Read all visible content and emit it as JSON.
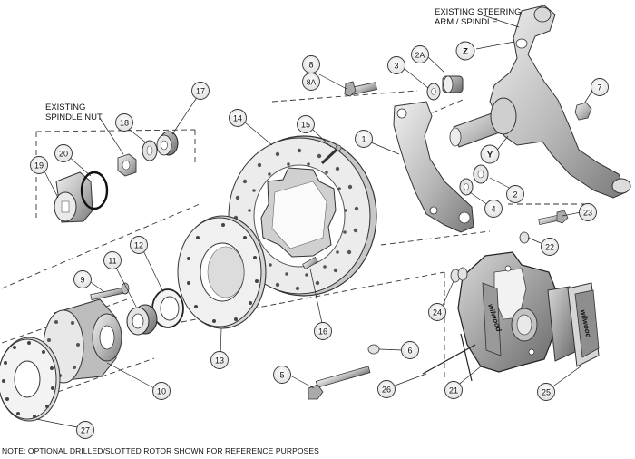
{
  "diagram": {
    "labels": {
      "existing_steering": [
        "EXISTING STEERING",
        "ARM / SPINDLE"
      ],
      "existing_spindle_nut": [
        "EXISTING",
        "SPINDLE NUT"
      ]
    },
    "callouts": [
      "1",
      "2",
      "2A",
      "3",
      "4",
      "5",
      "6",
      "7",
      "8",
      "8A",
      "9",
      "10",
      "11",
      "12",
      "13",
      "14",
      "15",
      "16",
      "17",
      "18",
      "19",
      "20",
      "21",
      "22",
      "23",
      "24",
      "25",
      "26",
      "27"
    ],
    "letter_markers": [
      "Z",
      "Y"
    ],
    "brand_mark": "wilwood",
    "note": "NOTE: OPTIONAL DRILLED/SLOTTED ROTOR SHOWN FOR REFERENCE PURPOSES"
  }
}
